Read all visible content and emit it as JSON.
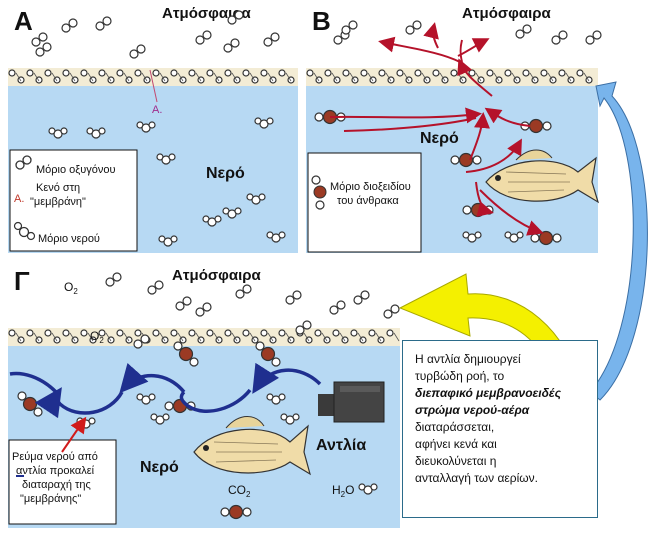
{
  "panels": {
    "a": {
      "letter": "Α",
      "atmosphere": "Ατμόσφαιρα",
      "water": "Νερό",
      "gap_mark": "A."
    },
    "b": {
      "letter": "Β",
      "atmosphere": "Ατμόσφαιρα",
      "water": "Νερό"
    },
    "c": {
      "letter": "Γ",
      "atmosphere": "Ατμόσφαιρα",
      "water": "Νερό",
      "pump": "Αντλία",
      "o2_a": "O",
      "o2_b": "O",
      "sub2": "2",
      "co2": "CO",
      "h2o_h": "H",
      "h2o_o": "O"
    }
  },
  "legend_a": {
    "oxygen": "Μόριο οξυγόνου",
    "gap_mark": "A.",
    "gap_line1": "Κενό στη",
    "gap_line2": "\"μεμβράνη\"",
    "water_molecule": "Μόριο νερού"
  },
  "legend_b": {
    "co2_line1": "Μόριο διοξειδίου",
    "co2_line2": "του άνθρακα"
  },
  "legend_c": {
    "line1": "Ρεύμα νερού από",
    "line2": "αντλία προκαλεί",
    "line3": "διαταραχή της",
    "line4": "\"μεμβράνης\""
  },
  "explanation": {
    "line1": "Η αντλία δημιουργεί",
    "line2": "τυρβώδη ροή, το",
    "line3": "διεπαφικό μεμβρανοειδές",
    "line4": "στρώμα νερού-αέρα",
    "line5": "διαταράσσεται,",
    "line6": "αφήνει κενά και",
    "line7": "διευκολύνεται η",
    "line8": "ανταλλαγή των αερίων."
  },
  "colors": {
    "water": "#b7d9f3",
    "membrane": "#f3ecd5",
    "carbon": "#9b3a24",
    "current": "#1f2f8f",
    "co2_path": "#b5122a",
    "arrow_yellow": "#f4f000",
    "arrow_blue": "#78b4ec"
  }
}
